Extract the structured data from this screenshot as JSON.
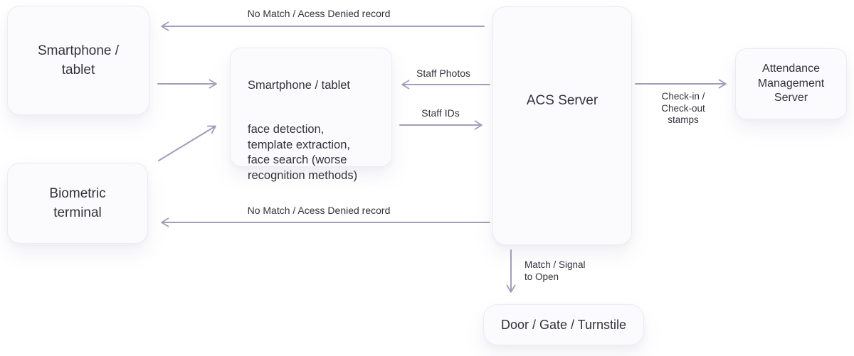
{
  "diagram": {
    "nodes": {
      "smartphone_tablet": {
        "label": "Smartphone /\ntablet"
      },
      "biometric_terminal": {
        "label": "Biometric\nterminal"
      },
      "face_processing": {
        "title": "Smartphone / tablet",
        "body": "face detection,\ntemplate extraction,\nface search (worse\nrecognition methods)"
      },
      "acs_server": {
        "label": "ACS Server"
      },
      "attendance_server": {
        "label": "Attendance\nManagement\nServer"
      },
      "door_gate_turnstile": {
        "label": "Door / Gate / Turnstile"
      }
    },
    "edge_labels": {
      "no_match_top": "No Match / Acess Denied record",
      "staff_photos": "Staff Photos",
      "staff_ids": "Staff IDs",
      "check_in_out": "Check-in /\nCheck-out\nstamps",
      "match_signal": "Match / Signal\nto Open",
      "no_match_bottom": "No Match / Acess Denied record"
    },
    "colors": {
      "background": "#ffffff",
      "box_fill": "#fbfbfd",
      "box_border": "#ebebf2",
      "arrow": "#a19ebc",
      "text": "#32323a"
    }
  }
}
